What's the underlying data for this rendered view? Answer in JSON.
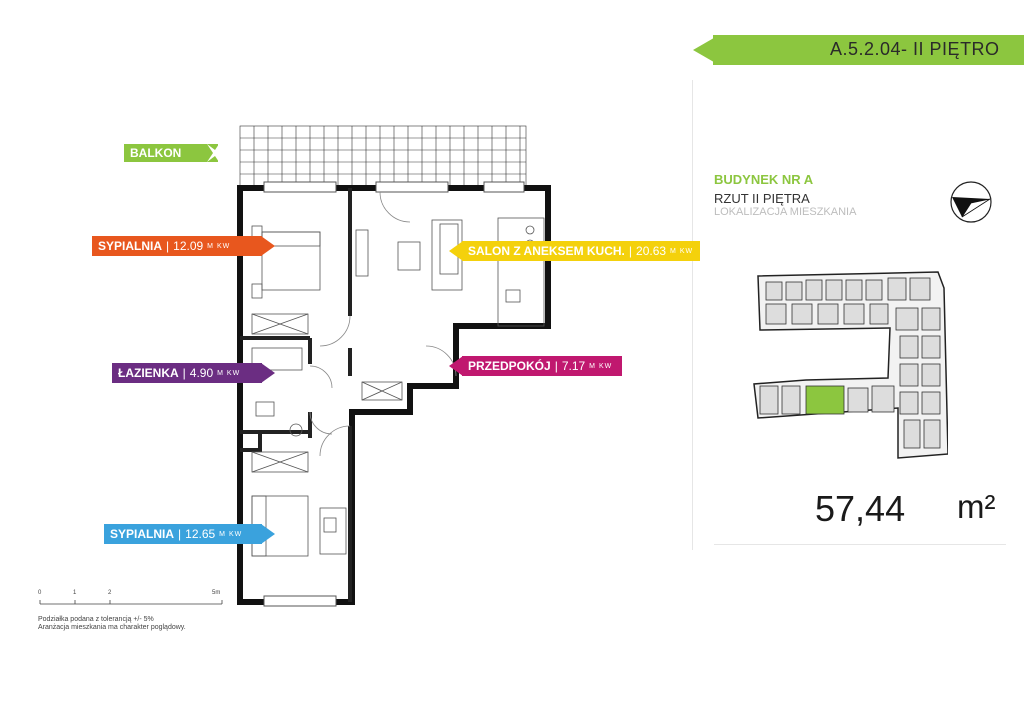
{
  "header": {
    "apartment_code": "A.5.2.04- II PIĘTRO"
  },
  "info": {
    "building": "BUDYNEK NR A",
    "floor_plan": "RZUT II PIĘTRA",
    "location_label": "LOKALIZACJA MIESZKANIA",
    "area_value": "57,44",
    "area_unit": "m²",
    "compass_icon": "north-arrow-icon"
  },
  "rooms": {
    "balcony": {
      "name": "BALKON"
    },
    "bedroom1": {
      "name": "SYPIALNIA",
      "sep": "|",
      "value": "12.09",
      "unit": "M KW"
    },
    "bathroom": {
      "name": "ŁAZIENKA",
      "sep": "|",
      "value": "4.90",
      "unit": "M KW"
    },
    "bedroom2": {
      "name": "SYPIALNIA",
      "sep": "|",
      "value": "12.65",
      "unit": "M KW"
    },
    "living": {
      "name": "SALON Z ANEKSEM KUCH.",
      "sep": "|",
      "value": "20.63",
      "unit": "M KW"
    },
    "hall": {
      "name": "PRZEDPOKÓJ",
      "sep": "|",
      "value": "7.17",
      "unit": "M KW"
    }
  },
  "scale": {
    "ticks": [
      "0",
      "1",
      "2",
      "5m"
    ],
    "note1": "Podziałka podana z tolerancją +/- 5%",
    "note2": "Aranżacja mieszkania ma charakter poglądowy."
  },
  "colors": {
    "green": "#8cc63f",
    "orange": "#e8571e",
    "purple": "#6b2d82",
    "blue": "#3aa2dd",
    "yellow": "#f4d10c",
    "magenta": "#c0186f"
  }
}
